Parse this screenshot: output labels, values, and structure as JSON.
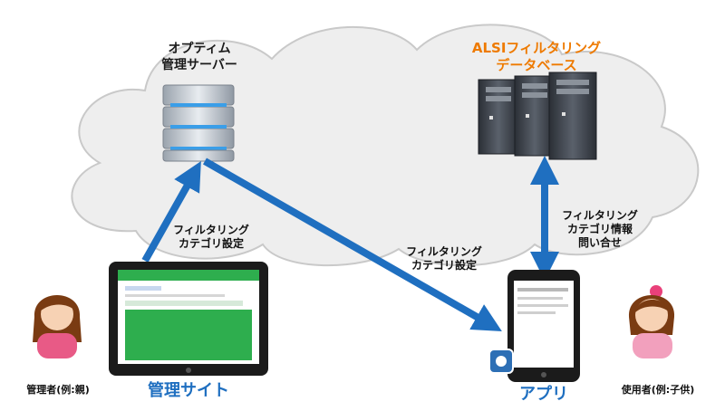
{
  "server_label": [
    "オプティム",
    "管理サーバー"
  ],
  "database_label": [
    "ALSIフィルタリング",
    "データベース"
  ],
  "arrow_label_left": [
    "フィルタリング",
    "カテゴリ設定"
  ],
  "arrow_label_middle": [
    "フィルタリング",
    "カテゴリ設定"
  ],
  "arrow_label_right": [
    "フィルタリング",
    "カテゴリ情報",
    "問い合せ"
  ],
  "admin_site_label": "管理サイト",
  "app_label": "アプリ",
  "admin_person_label": "管理者(例:親)",
  "user_person_label": "使用者(例:子供)",
  "colors": {
    "arrow": "#1f6fc0",
    "accent_orange": "#ee7a00",
    "cloud_fill": "#eeeeee",
    "tablet_screen": "#2eae4e"
  }
}
